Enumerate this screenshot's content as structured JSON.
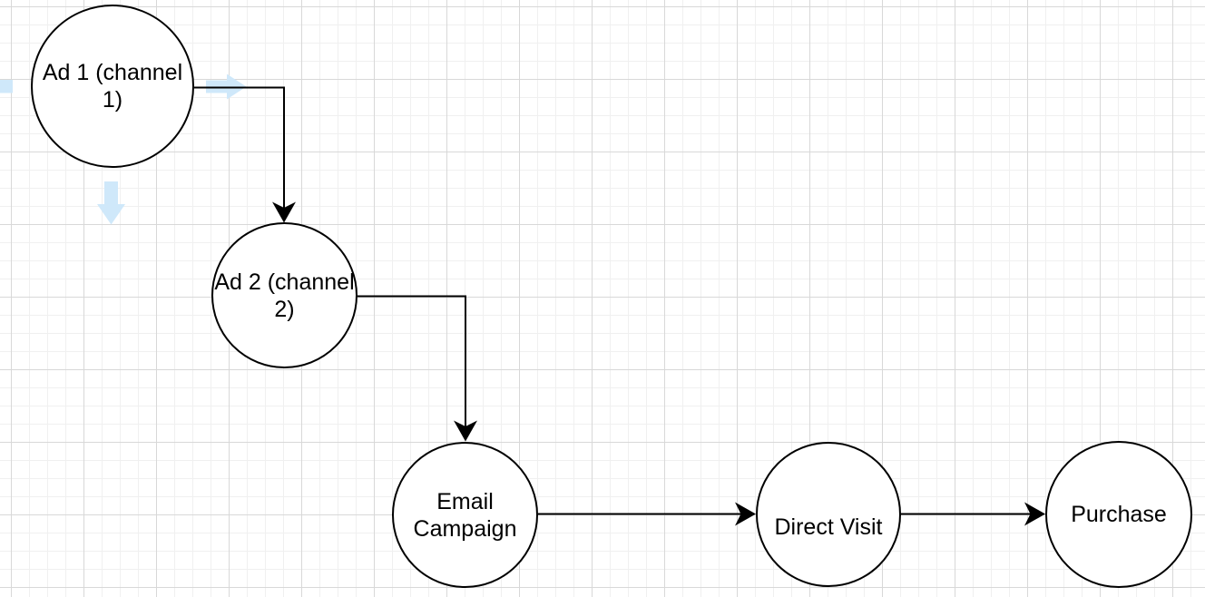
{
  "canvas": {
    "background": "#ffffff",
    "grid_minor_color": "#f0f0f0",
    "grid_major_color": "#d8d8d8",
    "hover_arrow_color": "#cfe8fa"
  },
  "diagram": {
    "node_fill": "#ffffff",
    "node_stroke": "#000000",
    "edge_color": "#000000",
    "nodes": [
      {
        "id": "ad1",
        "label": "Ad 1 (channel 1)",
        "shape": "circle"
      },
      {
        "id": "ad2",
        "label": "Ad 2 (channel 2)",
        "shape": "circle"
      },
      {
        "id": "email-campaign",
        "label": "Email Campaign",
        "shape": "circle"
      },
      {
        "id": "direct-visit",
        "label": "Direct Visit",
        "shape": "circle"
      },
      {
        "id": "purchase",
        "label": "Purchase",
        "shape": "circle"
      }
    ],
    "edges": [
      {
        "from": "Ad 1 (channel 1)",
        "to": "Ad 2 (channel 2)",
        "style": "orthogonal-arrow"
      },
      {
        "from": "Ad 2 (channel 2)",
        "to": "Email Campaign",
        "style": "orthogonal-arrow"
      },
      {
        "from": "Email Campaign",
        "to": "Direct Visit",
        "style": "straight-arrow"
      },
      {
        "from": "Direct Visit",
        "to": "Purchase",
        "style": "straight-arrow"
      }
    ]
  },
  "hover_arrows": [
    {
      "id": "left",
      "direction": "left",
      "note": "clipped at canvas edge"
    },
    {
      "id": "right",
      "direction": "right"
    },
    {
      "id": "down",
      "direction": "down"
    }
  ]
}
